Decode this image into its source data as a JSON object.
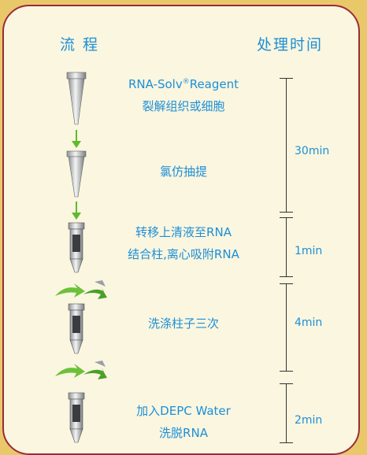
{
  "header": {
    "process": "流 程",
    "time": "处理时间"
  },
  "steps": [
    {
      "line1": "RNA-Solv",
      "sup": "®",
      "line1b": "Reagent",
      "line2": "裂解组织或细胞"
    },
    {
      "line1": "氯仿抽提"
    },
    {
      "line1": "转移上清液至RNA",
      "line2": "结合柱,离心吸附RNA"
    },
    {
      "line1": "洗涤柱子三次"
    },
    {
      "line1": "加入DEPC Water",
      "line2": "洗脱RNA"
    }
  ],
  "times": [
    "30min",
    "1min",
    "4min",
    "2min"
  ],
  "colors": {
    "accent": "#1c8fd8",
    "border": "#9a2b3a",
    "bg": "#e9c86a",
    "card": "#fbf6df",
    "arrow": "#5dbb2e"
  },
  "icons": [
    "tube-icon",
    "down-arrow-icon",
    "spin-arrow-icon"
  ]
}
